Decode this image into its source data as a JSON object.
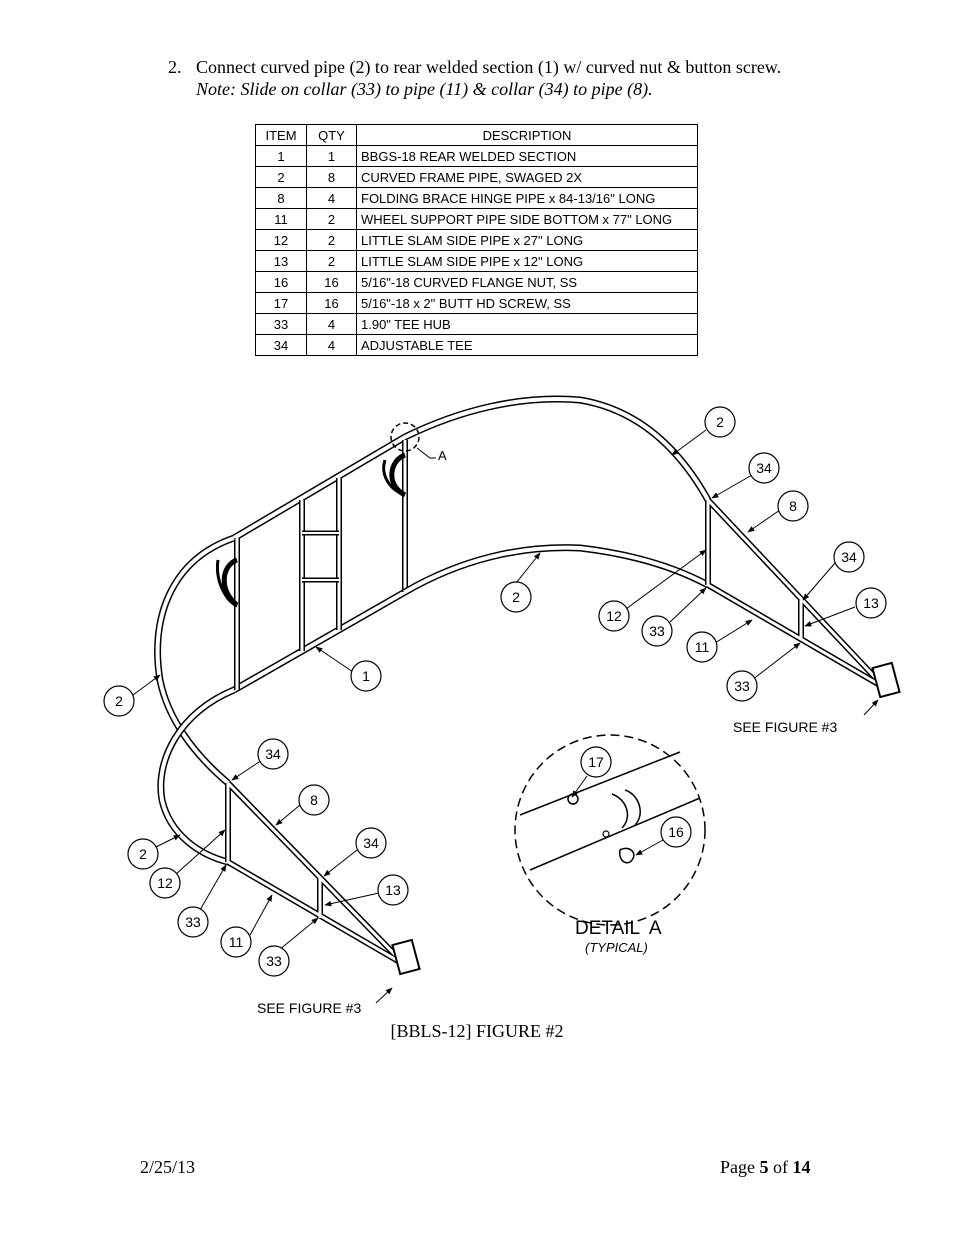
{
  "instruction": {
    "number": "2.",
    "text": "Connect curved pipe (2) to rear welded section (1) w/ curved nut & button screw.",
    "note": "Note: Slide on collar (33) to pipe (11) & collar (34) to pipe (8)."
  },
  "parts_table": {
    "headers": [
      "ITEM",
      "QTY",
      "DESCRIPTION"
    ],
    "rows": [
      {
        "item": "1",
        "qty": "1",
        "desc": "BBGS-18 REAR WELDED SECTION"
      },
      {
        "item": "2",
        "qty": "8",
        "desc": "CURVED FRAME PIPE, SWAGED 2X"
      },
      {
        "item": "8",
        "qty": "4",
        "desc": "FOLDING BRACE HINGE PIPE x 84-13/16\" LONG"
      },
      {
        "item": "11",
        "qty": "2",
        "desc": "WHEEL SUPPORT PIPE SIDE BOTTOM x 77\" LONG"
      },
      {
        "item": "12",
        "qty": "2",
        "desc": "LITTLE SLAM SIDE PIPE x 27\" LONG"
      },
      {
        "item": "13",
        "qty": "2",
        "desc": "LITTLE SLAM SIDE PIPE x 12\" LONG"
      },
      {
        "item": "16",
        "qty": "16",
        "desc": "5/16\"-18 CURVED FLANGE NUT, SS"
      },
      {
        "item": "17",
        "qty": "16",
        "desc": "5/16\"-18 x 2\" BUTT HD SCREW, SS"
      },
      {
        "item": "33",
        "qty": "4",
        "desc": "1.90\" TEE HUB"
      },
      {
        "item": "34",
        "qty": "4",
        "desc": "ADJUSTABLE TEE"
      }
    ]
  },
  "figure": {
    "detail_ref": "A",
    "callouts": {
      "c2a": "2",
      "c34a": "34",
      "c8a": "8",
      "c34b": "34",
      "c13a": "13",
      "c2b": "2",
      "c12a": "12",
      "c33a": "33",
      "c11a": "11",
      "c33b": "33",
      "c1": "1",
      "c2c": "2",
      "c34c": "34",
      "c8b": "8",
      "c2d": "2",
      "c12b": "12",
      "c33c": "33",
      "c34d": "34",
      "c13b": "13",
      "c11b": "11",
      "c33d": "33",
      "c17": "17",
      "c16": "16"
    },
    "see_figure_right": "SEE FIGURE #3",
    "see_figure_left": "SEE FIGURE #3",
    "detail_title": "DETAIL  A",
    "detail_sub": "(TYPICAL)"
  },
  "caption": "[BBLS-12] FIGURE #2",
  "footer": {
    "date": "2/25/13",
    "page_prefix": "Page ",
    "page_num": "5",
    "page_mid": " of ",
    "page_total": "14"
  }
}
